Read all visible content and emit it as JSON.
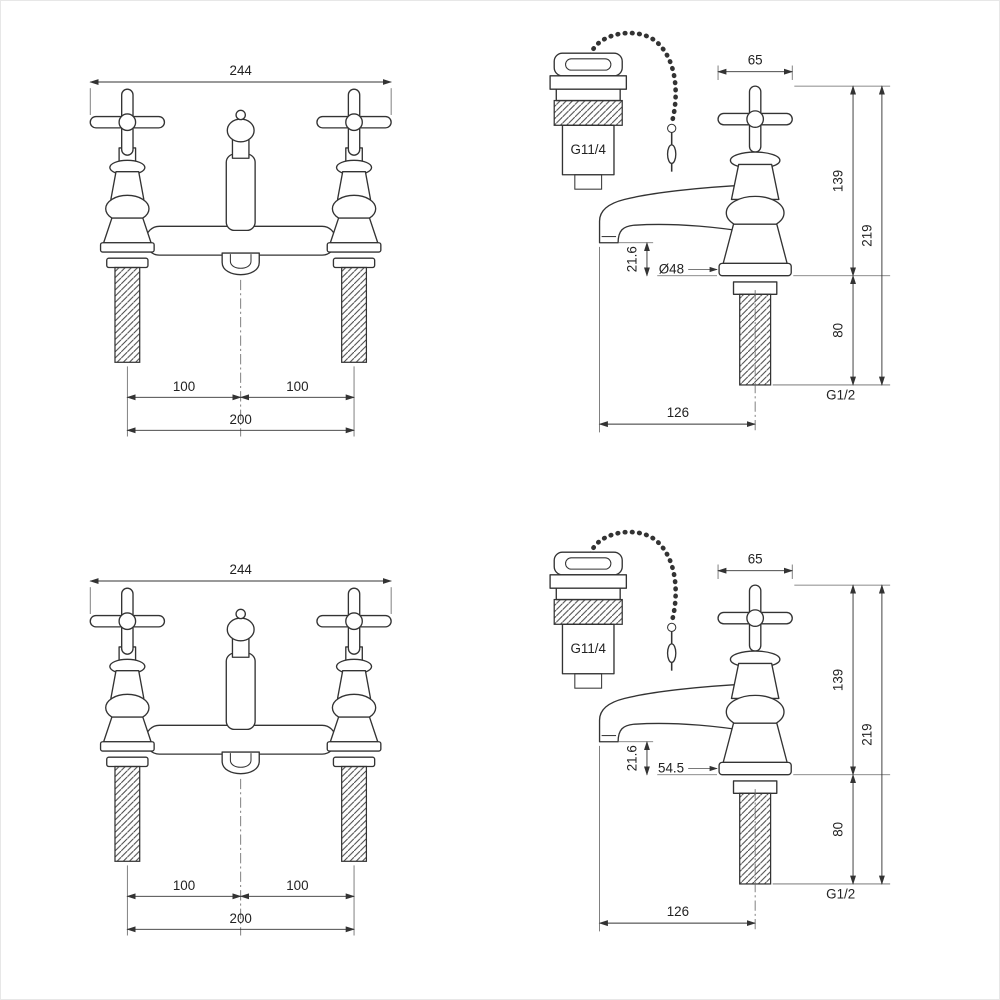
{
  "views": {
    "front_top": {
      "overall_width": "244",
      "left_centre": "100",
      "right_centre": "100",
      "centres_total": "200"
    },
    "side_top": {
      "tap_width": "65",
      "waste_thread": "G11/4",
      "handle_to_deck": "139",
      "overall_height": "219",
      "spout_clearance": "21.6",
      "flange_diameter": "Ø48",
      "below_deck": "80",
      "inlet_thread": "G1/2",
      "spout_reach": "126"
    },
    "front_bottom": {
      "overall_width": "244",
      "left_centre": "100",
      "right_centre": "100",
      "centres_total": "200"
    },
    "side_bottom": {
      "tap_width": "65",
      "waste_thread": "G11/4",
      "handle_to_deck": "139",
      "overall_height": "219",
      "spout_clearance": "21.6",
      "flange_diameter": "54.5",
      "below_deck": "80",
      "inlet_thread": "G1/2",
      "spout_reach": "126"
    }
  }
}
